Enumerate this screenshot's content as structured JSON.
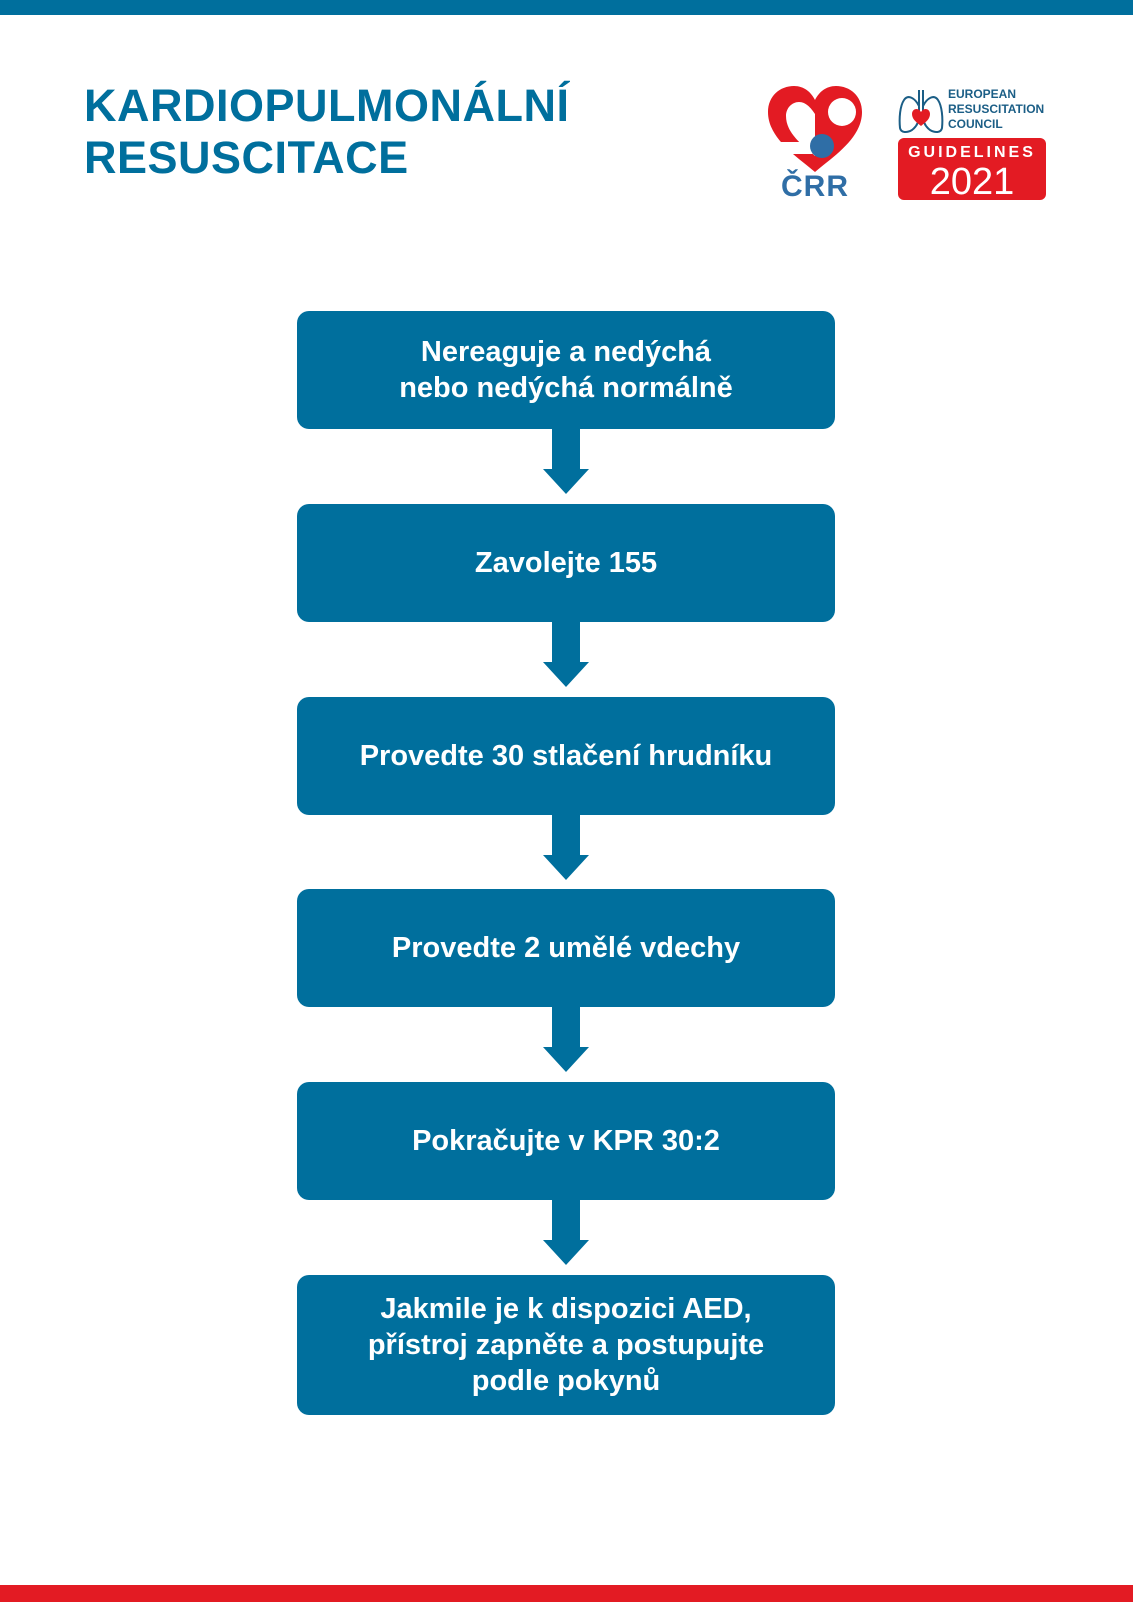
{
  "header": {
    "title_lines": [
      "KARDIOPULMONÁLNÍ",
      "RESUSCITACE"
    ]
  },
  "logos": {
    "crr": {
      "text": "ČRR"
    },
    "erc": {
      "name_lines": [
        "EUROPEAN",
        "RESUSCITATION",
        "COUNCIL"
      ],
      "badge_label": "GUIDELINES",
      "badge_year": "2021"
    }
  },
  "flowchart": {
    "steps": [
      {
        "lines": [
          "Nereaguje a nedýchá",
          "nebo nedýchá normálně"
        ]
      },
      {
        "lines": [
          "Zavolejte 155"
        ]
      },
      {
        "lines": [
          "Provedte 30 stlačení hrudníku"
        ]
      },
      {
        "lines": [
          "Provedte 2 umělé vdechy"
        ]
      },
      {
        "lines": [
          "Pokračujte v KPR 30:2"
        ]
      },
      {
        "lines": [
          "Jakmile je k dispozici AED,",
          "přístroj zapněte a postupujte",
          "podle pokynů"
        ]
      }
    ]
  },
  "colors": {
    "primary_blue": "#006f9d",
    "accent_red": "#e31b23"
  }
}
